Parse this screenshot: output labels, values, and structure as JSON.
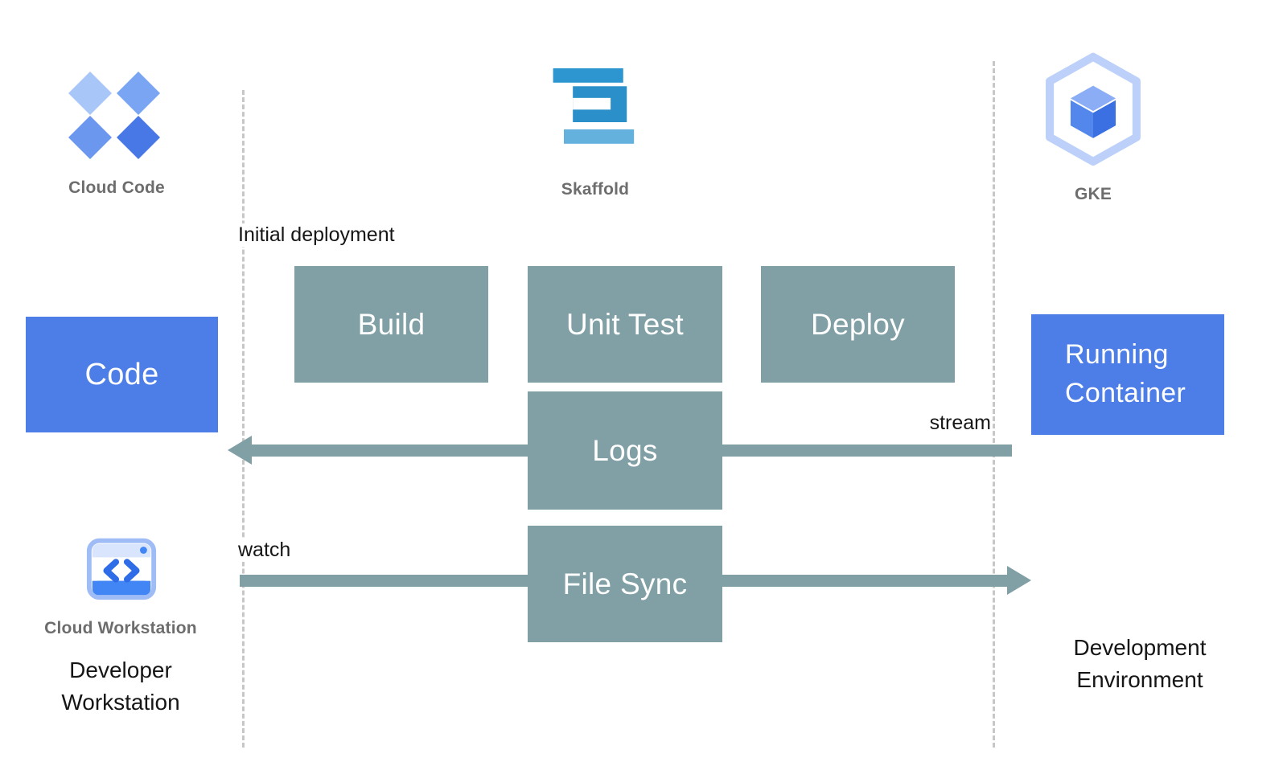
{
  "columns": {
    "workstation": {
      "tool_label": "Cloud Code",
      "code_box": "Code",
      "workstation_icon_label": "Cloud Workstation",
      "caption": "Developer Workstation"
    },
    "pipeline": {
      "tool_label": "Skaffold",
      "annotation": "Initial deployment",
      "steps": [
        "Build",
        "Unit Test",
        "Deploy"
      ],
      "logs_box": "Logs",
      "file_sync_box": "File Sync",
      "stream_label": "stream",
      "watch_label": "watch"
    },
    "cluster": {
      "tool_label": "GKE",
      "running_container_box": "Running Container",
      "caption": "Development Environment"
    }
  },
  "icons": {
    "cloud_code": "four-diamonds-icon",
    "skaffold": "skaffold-blocks-icon",
    "gke": "hexagon-cube-icon",
    "cloud_workstation": "window-code-brackets-icon"
  },
  "colors": {
    "blue_box": "#4d7ee7",
    "teal_box": "#81a0a6",
    "dashed_line": "#c7c7c7",
    "gray_label": "#6d6d6d",
    "text": "#161616"
  }
}
